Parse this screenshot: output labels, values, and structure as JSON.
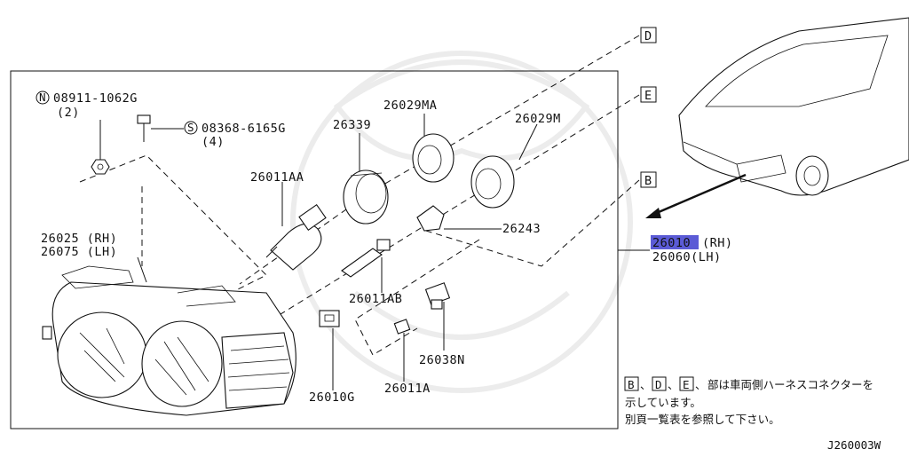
{
  "parts": {
    "nut": {
      "prefix": "N",
      "number": "08911-1062G",
      "qty": "(2)"
    },
    "screw": {
      "prefix": "S",
      "number": "08368-6165G",
      "qty": "(4)"
    },
    "bulb_high": "26011AA",
    "cap": "26339",
    "socket_cover_ma": "26029MA",
    "socket_cover_m": "26029M",
    "socket": "26243",
    "bulb_low": "26011AB",
    "bulb_side": "26038N",
    "bulb_small": "26011A",
    "bracket": "26010G",
    "housing_rh": "26025 (RH)",
    "housing_lh": "26075 (LH)",
    "assy_rh_num": "26010",
    "assy_rh_side": "(RH)",
    "assy_lh": "26060(LH)"
  },
  "connectors": {
    "d": "D",
    "e": "E",
    "b": "B"
  },
  "note": {
    "box1": "B",
    "box2": "D",
    "box3": "E",
    "line1_tail": "部は車両側ハーネスコネクターを",
    "line2": "示しています。",
    "line3": "別頁一覧表を参照して下さい。"
  },
  "figure_code": "J260003W",
  "colors": {
    "highlight": "#5b5bd6",
    "ink": "#111111"
  }
}
